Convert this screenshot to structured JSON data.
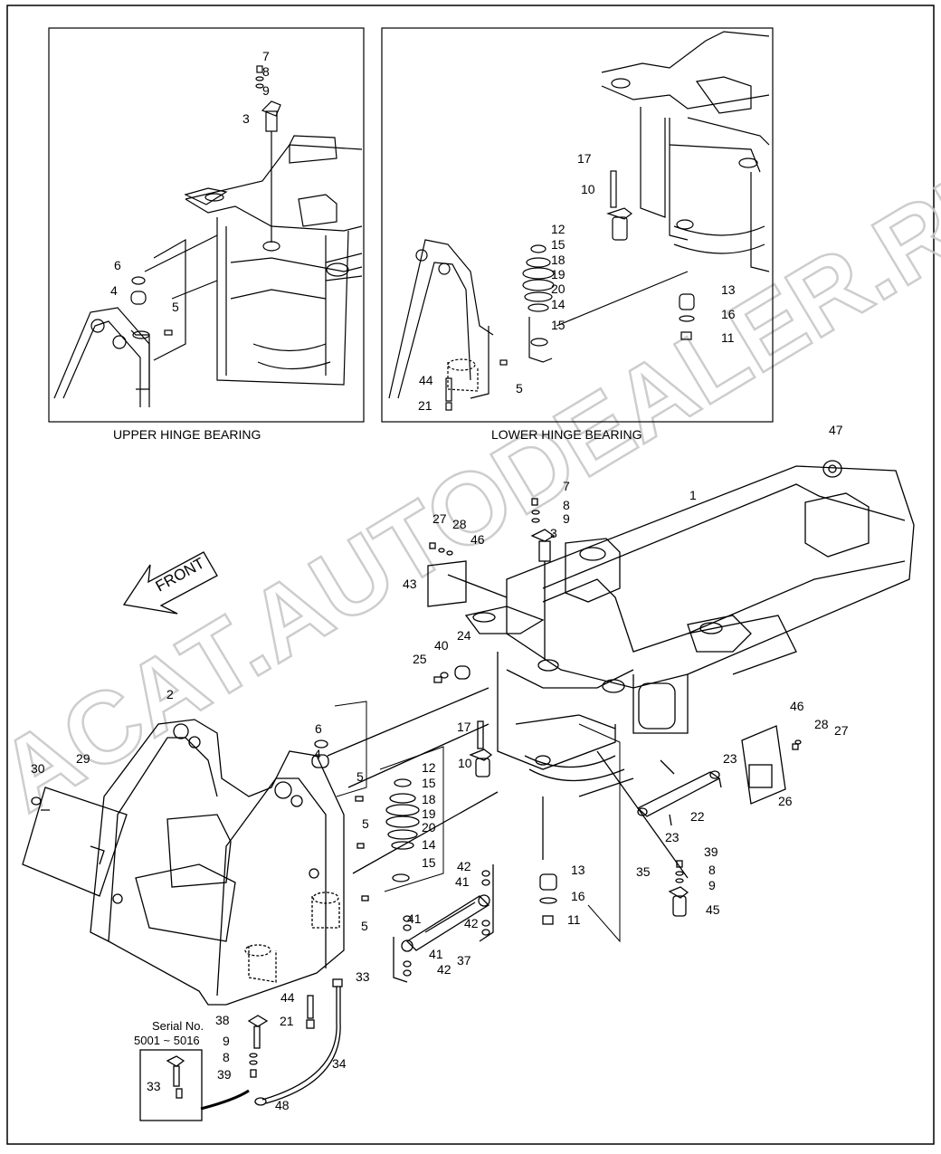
{
  "captions": {
    "upper": "UPPER HINGE BEARING",
    "lower": "LOWER HINGE BEARING",
    "front": "FRONT",
    "serial_label": "Serial No.",
    "serial_range": "5001 ~ 5016"
  },
  "watermark": "ACAT.AUTODEALER.RU",
  "callouts": {
    "upper": [
      "7",
      "8",
      "9",
      "3",
      "6",
      "4",
      "5"
    ],
    "lower": [
      "17",
      "10",
      "12",
      "15",
      "18",
      "19",
      "20",
      "14",
      "15",
      "13",
      "16",
      "11",
      "5",
      "44",
      "21"
    ],
    "main": [
      "47",
      "1",
      "7",
      "8",
      "9",
      "3",
      "27",
      "28",
      "46",
      "43",
      "40",
      "24",
      "25",
      "2",
      "6",
      "4",
      "5",
      "17",
      "10",
      "12",
      "15",
      "18",
      "19",
      "20",
      "14",
      "15",
      "5",
      "5",
      "30",
      "29",
      "13",
      "16",
      "11",
      "42",
      "41",
      "41",
      "42",
      "41",
      "42",
      "37",
      "46",
      "28",
      "27",
      "26",
      "23",
      "22",
      "23",
      "39",
      "35",
      "8",
      "9",
      "45",
      "33",
      "44",
      "21",
      "34",
      "38",
      "9",
      "8",
      "39",
      "33",
      "48"
    ]
  }
}
